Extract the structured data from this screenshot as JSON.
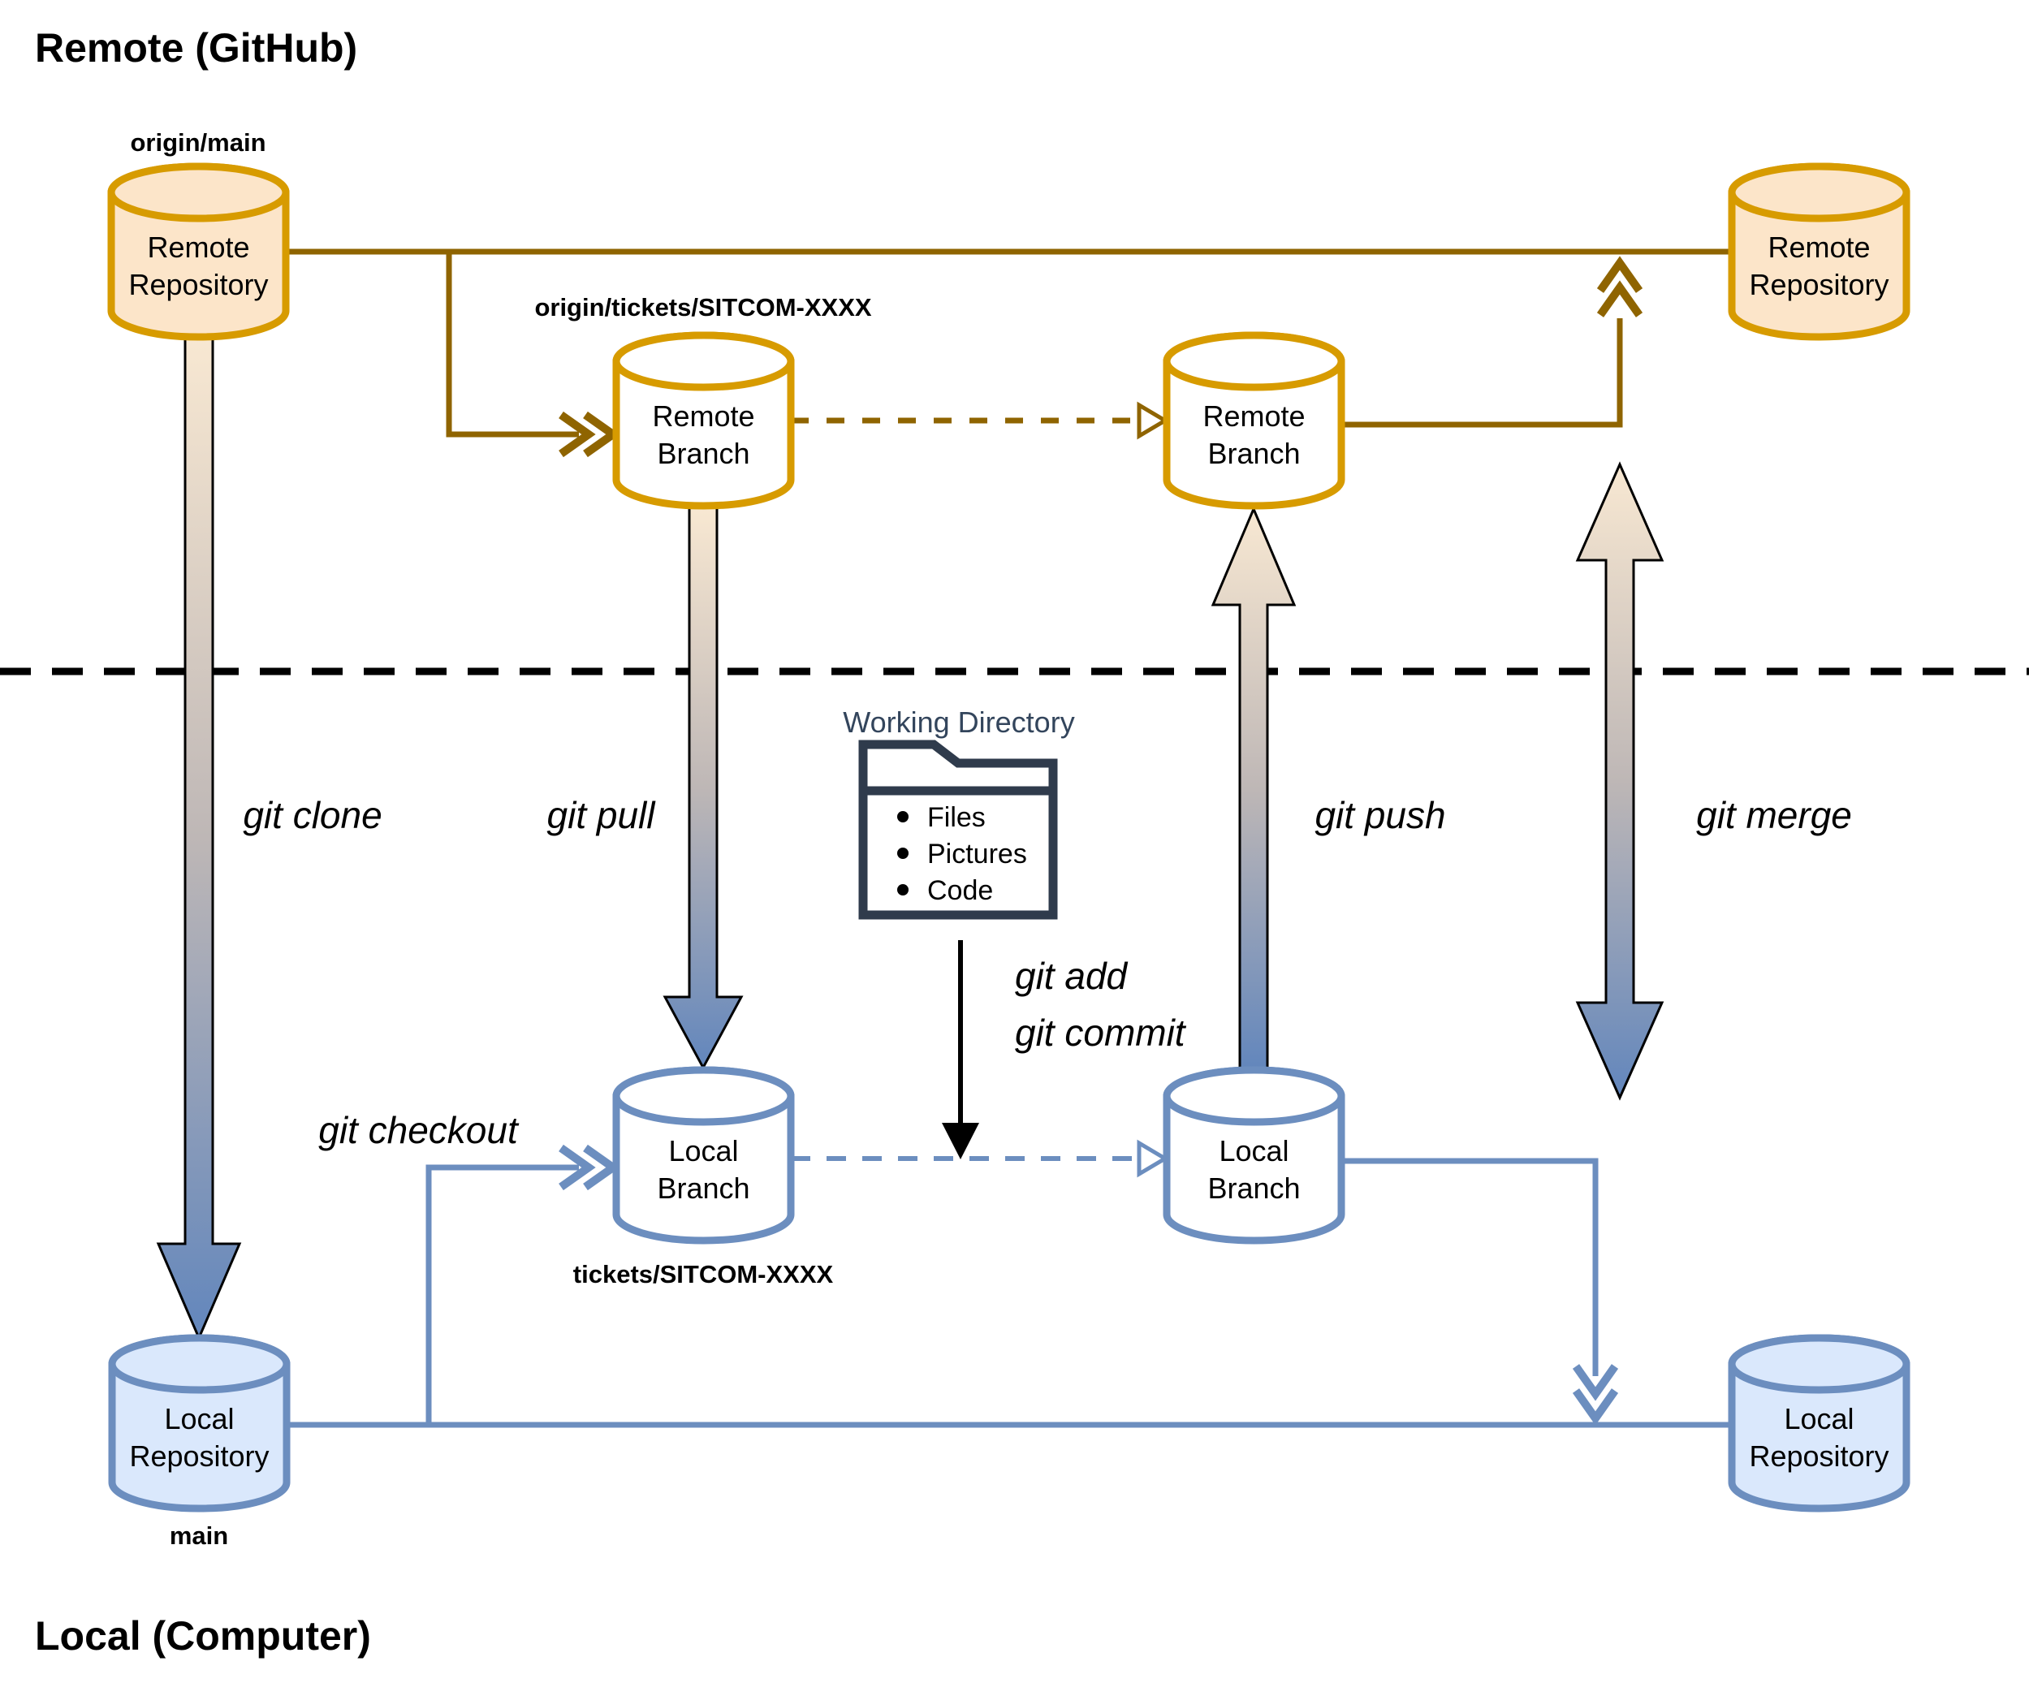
{
  "titles": {
    "remote": "Remote (GitHub)",
    "local": "Local (Computer)"
  },
  "refs": {
    "origin_main": "origin/main",
    "origin_ticket": "origin/tickets/SITCOM-XXXX",
    "local_ticket": "tickets/SITCOM-XXXX",
    "local_main": "main"
  },
  "nodes": {
    "remote_repo_left": {
      "line1": "Remote",
      "line2": "Repository"
    },
    "remote_branch_left": {
      "line1": "Remote",
      "line2": "Branch"
    },
    "remote_branch_right": {
      "line1": "Remote",
      "line2": "Branch"
    },
    "remote_repo_right": {
      "line1": "Remote",
      "line2": "Repository"
    },
    "local_branch_left": {
      "line1": "Local",
      "line2": "Branch"
    },
    "local_branch_right": {
      "line1": "Local",
      "line2": "Branch"
    },
    "local_repo_left": {
      "line1": "Local",
      "line2": "Repository"
    },
    "local_repo_right": {
      "line1": "Local",
      "line2": "Repository"
    }
  },
  "commands": {
    "clone": "git clone",
    "pull": "git pull",
    "push": "git push",
    "merge": "git merge",
    "checkout": "git checkout",
    "add": "git add",
    "commit": "git commit"
  },
  "working_directory": {
    "title": "Working Directory",
    "items": [
      "Files",
      "Pictures",
      "Code"
    ]
  },
  "colors": {
    "remote_fill": "#FCE5C9",
    "remote_stroke": "#D79B00",
    "connector_brown": "#8F6400",
    "local_fill": "#DAE8FC",
    "local_stroke": "#6C8EBF",
    "folder_stroke": "#2F3B4C",
    "wd_title": "#33455C",
    "flow_gradient_top": "#F8E8D2",
    "flow_gradient_mid": "#BEB7B6",
    "flow_gradient_bottom": "#6286BC",
    "separator": "#000000"
  }
}
